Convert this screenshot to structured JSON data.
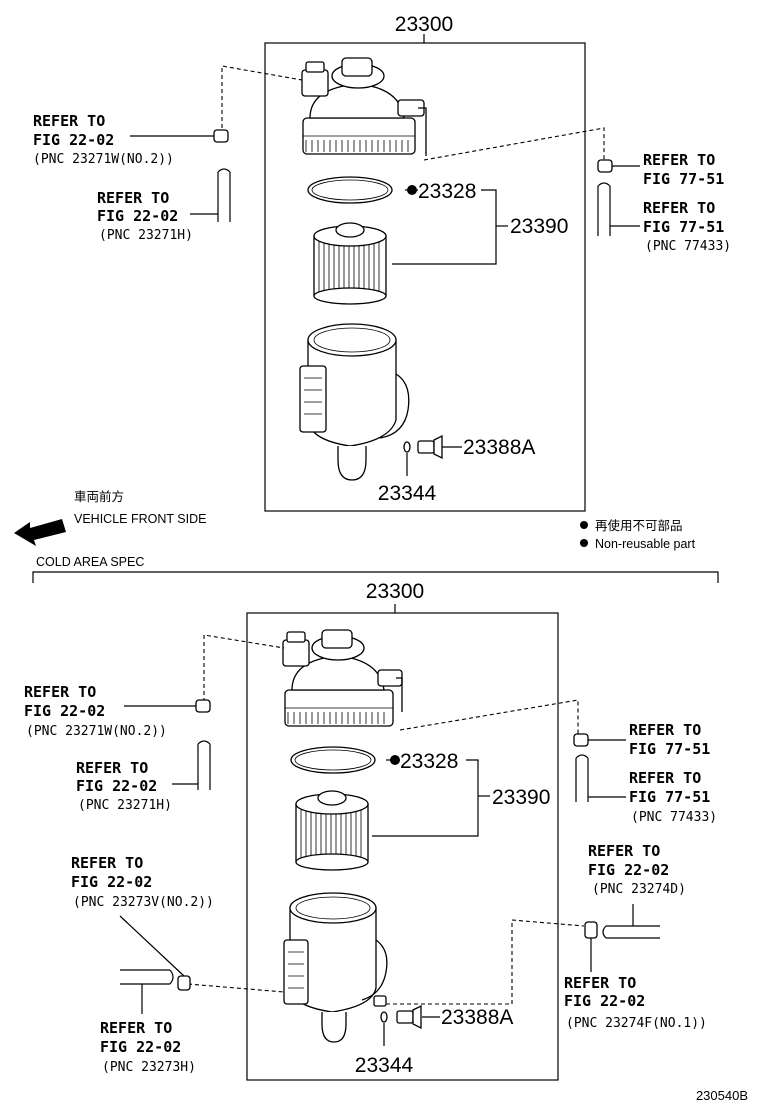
{
  "legend": {
    "direction_jp": "車両前方",
    "direction_en": "VEHICLE FRONT SIDE",
    "nonreusable_jp": "再使用不可部品",
    "nonreusable_en": "Non-reusable part"
  },
  "section_label": "COLD AREA SPEC",
  "figure_code": "230540B",
  "top": {
    "part_assembly": "23300",
    "part_oring": "23328",
    "part_element": "23390",
    "part_plug": "23388A",
    "part_gasket": "23344",
    "refs": [
      {
        "line1": "REFER TO",
        "line2": "FIG 22-02",
        "pnc": "(PNC 23271W(NO.2))"
      },
      {
        "line1": "REFER TO",
        "line2": "FIG 22-02",
        "pnc": "(PNC 23271H)"
      },
      {
        "line1": "REFER TO",
        "line2": "FIG 77-51",
        "pnc": ""
      },
      {
        "line1": "REFER TO",
        "line2": "FIG 77-51",
        "pnc": "(PNC 77433)"
      }
    ]
  },
  "bottom": {
    "part_assembly": "23300",
    "part_oring": "23328",
    "part_element": "23390",
    "part_plug": "23388A",
    "part_gasket": "23344",
    "refs": [
      {
        "line1": "REFER TO",
        "line2": "FIG 22-02",
        "pnc": "(PNC 23271W(NO.2))"
      },
      {
        "line1": "REFER TO",
        "line2": "FIG 22-02",
        "pnc": "(PNC 23271H)"
      },
      {
        "line1": "REFER TO",
        "line2": "FIG 77-51",
        "pnc": ""
      },
      {
        "line1": "REFER TO",
        "line2": "FIG 77-51",
        "pnc": "(PNC 77433)"
      },
      {
        "line1": "REFER TO",
        "line2": "FIG 22-02",
        "pnc": "(PNC 23274D)"
      },
      {
        "line1": "REFER TO",
        "line2": "FIG 22-02",
        "pnc": "(PNC 23273V(NO.2))"
      },
      {
        "line1": "REFER TO",
        "line2": "FIG 22-02",
        "pnc": "(PNC 23274F(NO.1))"
      },
      {
        "line1": "REFER TO",
        "line2": "FIG 22-02",
        "pnc": "(PNC 23273H)"
      }
    ]
  }
}
